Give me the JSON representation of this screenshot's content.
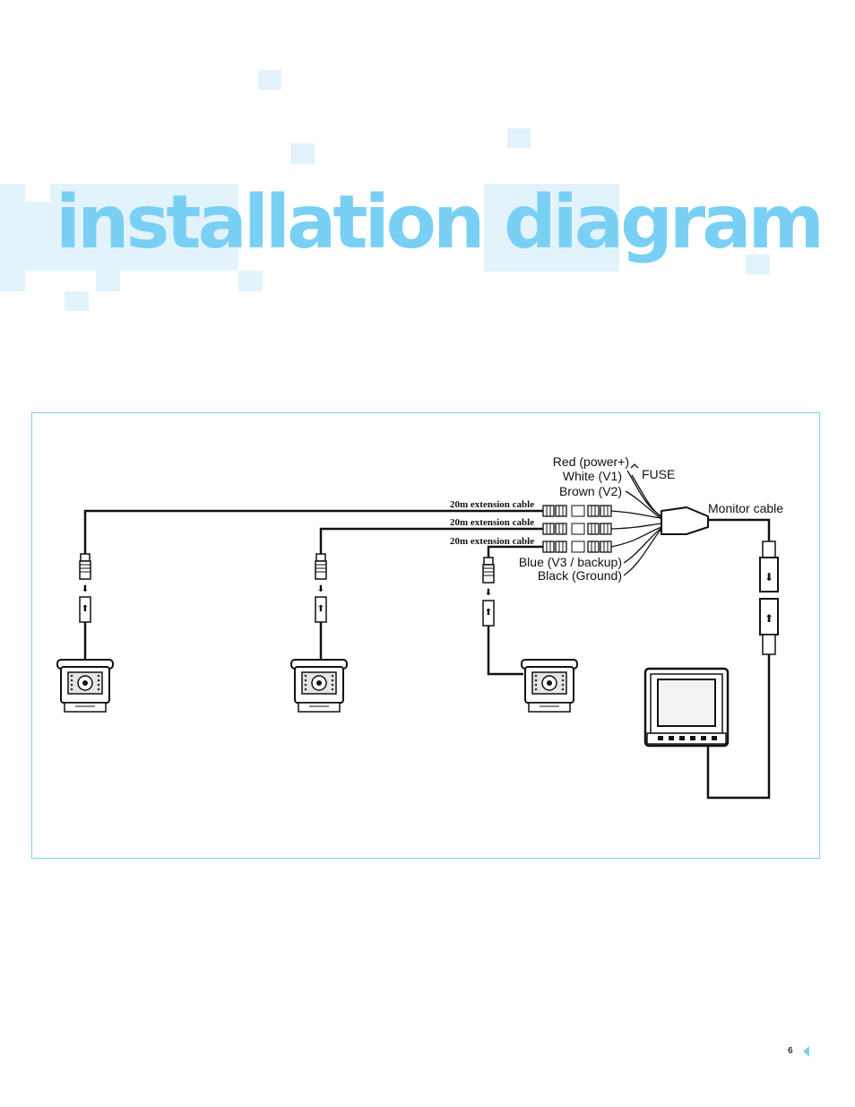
{
  "title": "installation diagram",
  "page_number": "6",
  "colors": {
    "title": "#79d0f4",
    "accent_squares": "#e3f3fc",
    "frame": "#7dd0f2"
  },
  "diagram": {
    "wire_labels": {
      "red": "Red (power+)",
      "white": "White (V1)",
      "brown": "Brown (V2)",
      "blue": "Blue (V3 / backup)",
      "black": "Black (Ground)"
    },
    "fuse_label": "FUSE",
    "monitor_cable_label": "Monitor cable",
    "extension_cable_labels": [
      "20m extension cable",
      "20m extension cable",
      "20m extension cable"
    ]
  }
}
